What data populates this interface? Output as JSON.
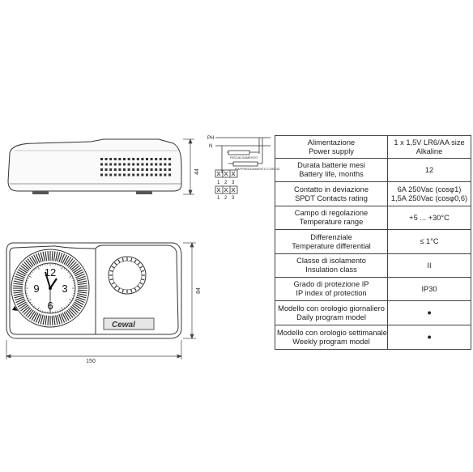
{
  "drawing": {
    "dim_height_side": "44",
    "dim_height_front": "84",
    "dim_width": "150",
    "wiring_ph": "PH",
    "wiring_n": "N",
    "wiring_pins_top": [
      "1",
      "2",
      "3"
    ],
    "wiring_pins_bottom": [
      "1",
      "2",
      "3"
    ],
    "wiring_label_heating": "RISCALDAMENTO",
    "wiring_label_cooling": "RAFFREDDAMENTO CONDIZ.",
    "dial_numbers": [
      "12",
      "3",
      "6",
      "9"
    ],
    "brand": "Cewal"
  },
  "table": {
    "rows": [
      {
        "param": [
          "Alimentazione",
          "Power supply"
        ],
        "value": [
          "1 x 1,5V LR6/AA  size",
          "Alkaline"
        ]
      },
      {
        "param": [
          "Durata batterie mesi",
          "Battery life, months"
        ],
        "value": [
          "12"
        ]
      },
      {
        "param": [
          "Contatto in deviazione",
          "SPDT Contacts rating"
        ],
        "value": [
          "6A 250Vac (cosφ1)",
          "1,5A 250Vac (cosφ0,6)"
        ]
      },
      {
        "param": [
          "Campo di regolazione",
          "Temperature range"
        ],
        "value": [
          "+5 ... +30°C"
        ]
      },
      {
        "param": [
          "Differenziale",
          "Temperature differential"
        ],
        "value": [
          "≤ 1°C"
        ]
      },
      {
        "param": [
          "Classe di isolamento",
          "Insulation class"
        ],
        "value": [
          "II"
        ]
      },
      {
        "param": [
          "Grado di protezione IP",
          "IP index of protection"
        ],
        "value": [
          "IP30"
        ]
      },
      {
        "param": [
          "Modello con orologio giornaliero",
          "Daily program model"
        ],
        "value": [
          "●"
        ]
      },
      {
        "param": [
          "Modello con orologio settimanale",
          "Weekly program model"
        ],
        "value": [
          "●"
        ]
      }
    ]
  }
}
